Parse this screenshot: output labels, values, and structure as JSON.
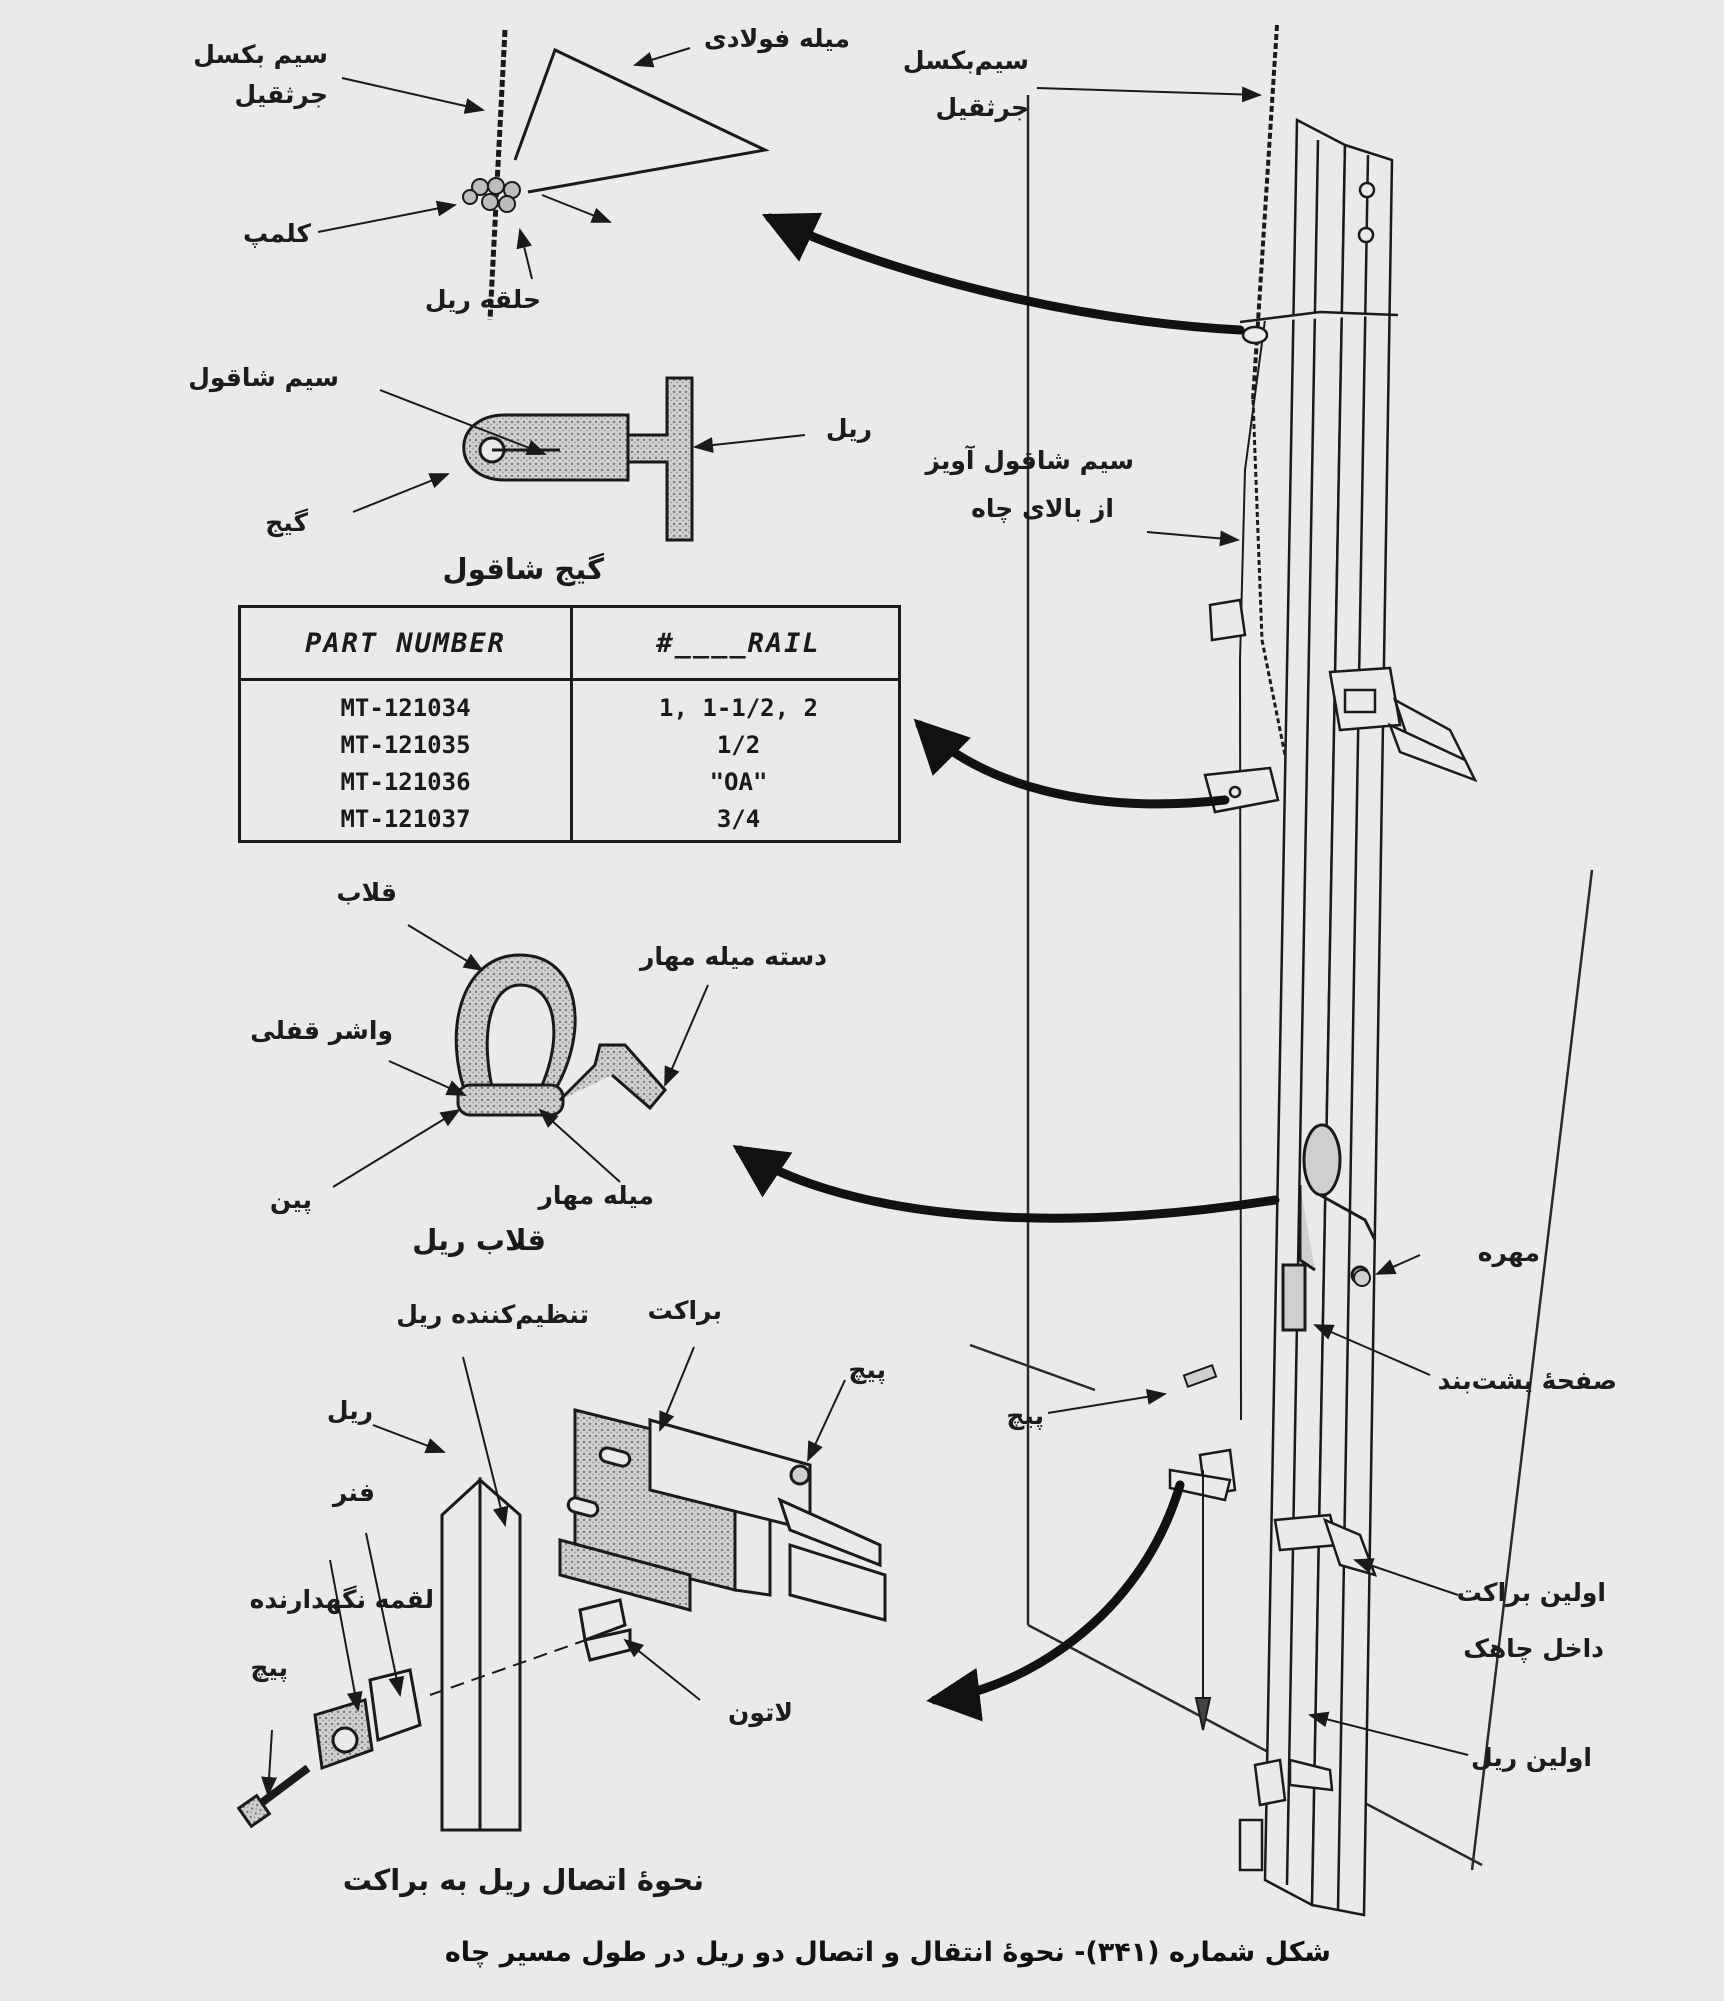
{
  "labels": {
    "crane_cable_1": "سیم بکسل",
    "crane_cable_1b": "جرثقیل",
    "steel_rod": "میله فولادی",
    "clamp": "کلمپ",
    "rail_ring": "حلقه ریل",
    "plumb_wire": "سیم شاقول",
    "rail_1": "ریل",
    "gauge": "گیج",
    "plumb_gauge_title": "گیج شاقول",
    "crane_cable_2": "سیم‌بکسل",
    "crane_cable_2b": "جرثقیل",
    "hanging_plumb_wire": "سیم شاقول آویز",
    "from_top_of_shaft": "از بالای چاه",
    "shackle": "قلاب",
    "tie_rod_handle": "دسته میله مهار",
    "lock_washer": "واشر قفلی",
    "pin": "پین",
    "tie_rod": "میله مهار",
    "rail_hook_title": "قلاب ریل",
    "nut": "مهره",
    "backing_plate": "صفحهٔ پشت‌بند",
    "bolt_1": "پیچ",
    "rail_adjuster": "تنظیم‌کننده ریل",
    "bracket": "براکت",
    "bolt_2": "پیچ",
    "rail_2": "ریل",
    "spring": "فنر",
    "retaining_clip": "لقمه نگهدارنده",
    "bolt_3": "پیچ",
    "shim": "لاتون",
    "first_bracket_in_pit": "اولین براکت",
    "first_bracket_in_pit_b": "داخل چاهک",
    "first_rail": "اولین ریل",
    "rail_to_bracket_title": "نحوهٔ اتصال ریل به براکت"
  },
  "table": {
    "headers": [
      "PART NUMBER",
      "#____RAIL"
    ],
    "part_numbers": [
      "MT-121034",
      "MT-121035",
      "MT-121036",
      "MT-121037"
    ],
    "rails": [
      "1, 1-1/2, 2",
      "1/2",
      "\"OA\"",
      "3/4"
    ]
  },
  "caption": "شکل شماره (۳۴۱)- نحوهٔ انتقال و اتصال دو ریل در طول مسیر چاه"
}
